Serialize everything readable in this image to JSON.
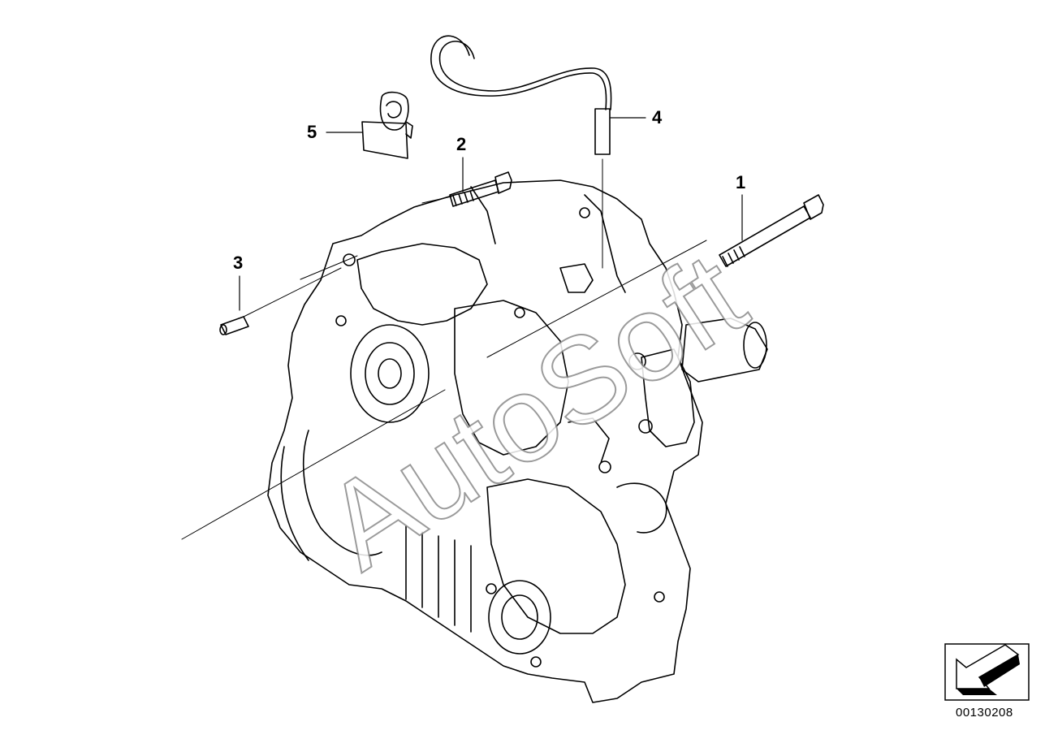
{
  "diagram": {
    "callouts": [
      "1",
      "2",
      "3",
      "4",
      "5"
    ],
    "watermark": "AutoSoft",
    "diagram_id": "00130208",
    "nav_icon": "arrow-down-left-icon"
  }
}
